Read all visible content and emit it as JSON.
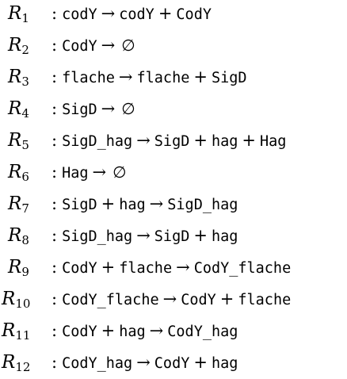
{
  "reactions": [
    {
      "label_base": "R",
      "label_sub": "1",
      "left": "codY",
      "right": "codY",
      "extra": [
        "CodY"
      ]
    },
    {
      "label_base": "R",
      "label_sub": "2",
      "left": "CodY",
      "right": "∅",
      "extra": []
    },
    {
      "label_base": "R",
      "label_sub": "3",
      "left": "flache",
      "right": "flache",
      "extra": [
        "SigD"
      ]
    },
    {
      "label_base": "R",
      "label_sub": "4",
      "left": "SigD",
      "right": "∅",
      "extra": []
    },
    {
      "label_base": "R",
      "label_sub": "5",
      "left": "SigD_hag",
      "right": "SigD",
      "extra": [
        "hag",
        "Hag"
      ]
    },
    {
      "label_base": "R",
      "label_sub": "6",
      "left": "Hag",
      "right": "∅",
      "extra": []
    },
    {
      "label_base": "R",
      "label_sub": "7",
      "left": "SigD + hag",
      "right": "SigD_hag",
      "extra": []
    },
    {
      "label_base": "R",
      "label_sub": "8",
      "left": "SigD_hag",
      "right": "SigD",
      "extra": [
        "hag"
      ]
    },
    {
      "label_base": "R",
      "label_sub": "9",
      "left": "CodY + flache",
      "right": "CodY_flache",
      "extra": []
    },
    {
      "label_base": "R",
      "label_sub": "10",
      "left": "CodY_flache",
      "right": "CodY",
      "extra": [
        "flache"
      ]
    },
    {
      "label_base": "R",
      "label_sub": "11",
      "left": "CodY + hag",
      "right": "CodY_hag",
      "extra": []
    },
    {
      "label_base": "R",
      "label_sub": "12",
      "left": "CodY_hag",
      "right": "CodY",
      "extra": [
        "hag"
      ]
    }
  ],
  "symbols": {
    "colon": ":",
    "arrow": "→",
    "plus": "+"
  }
}
